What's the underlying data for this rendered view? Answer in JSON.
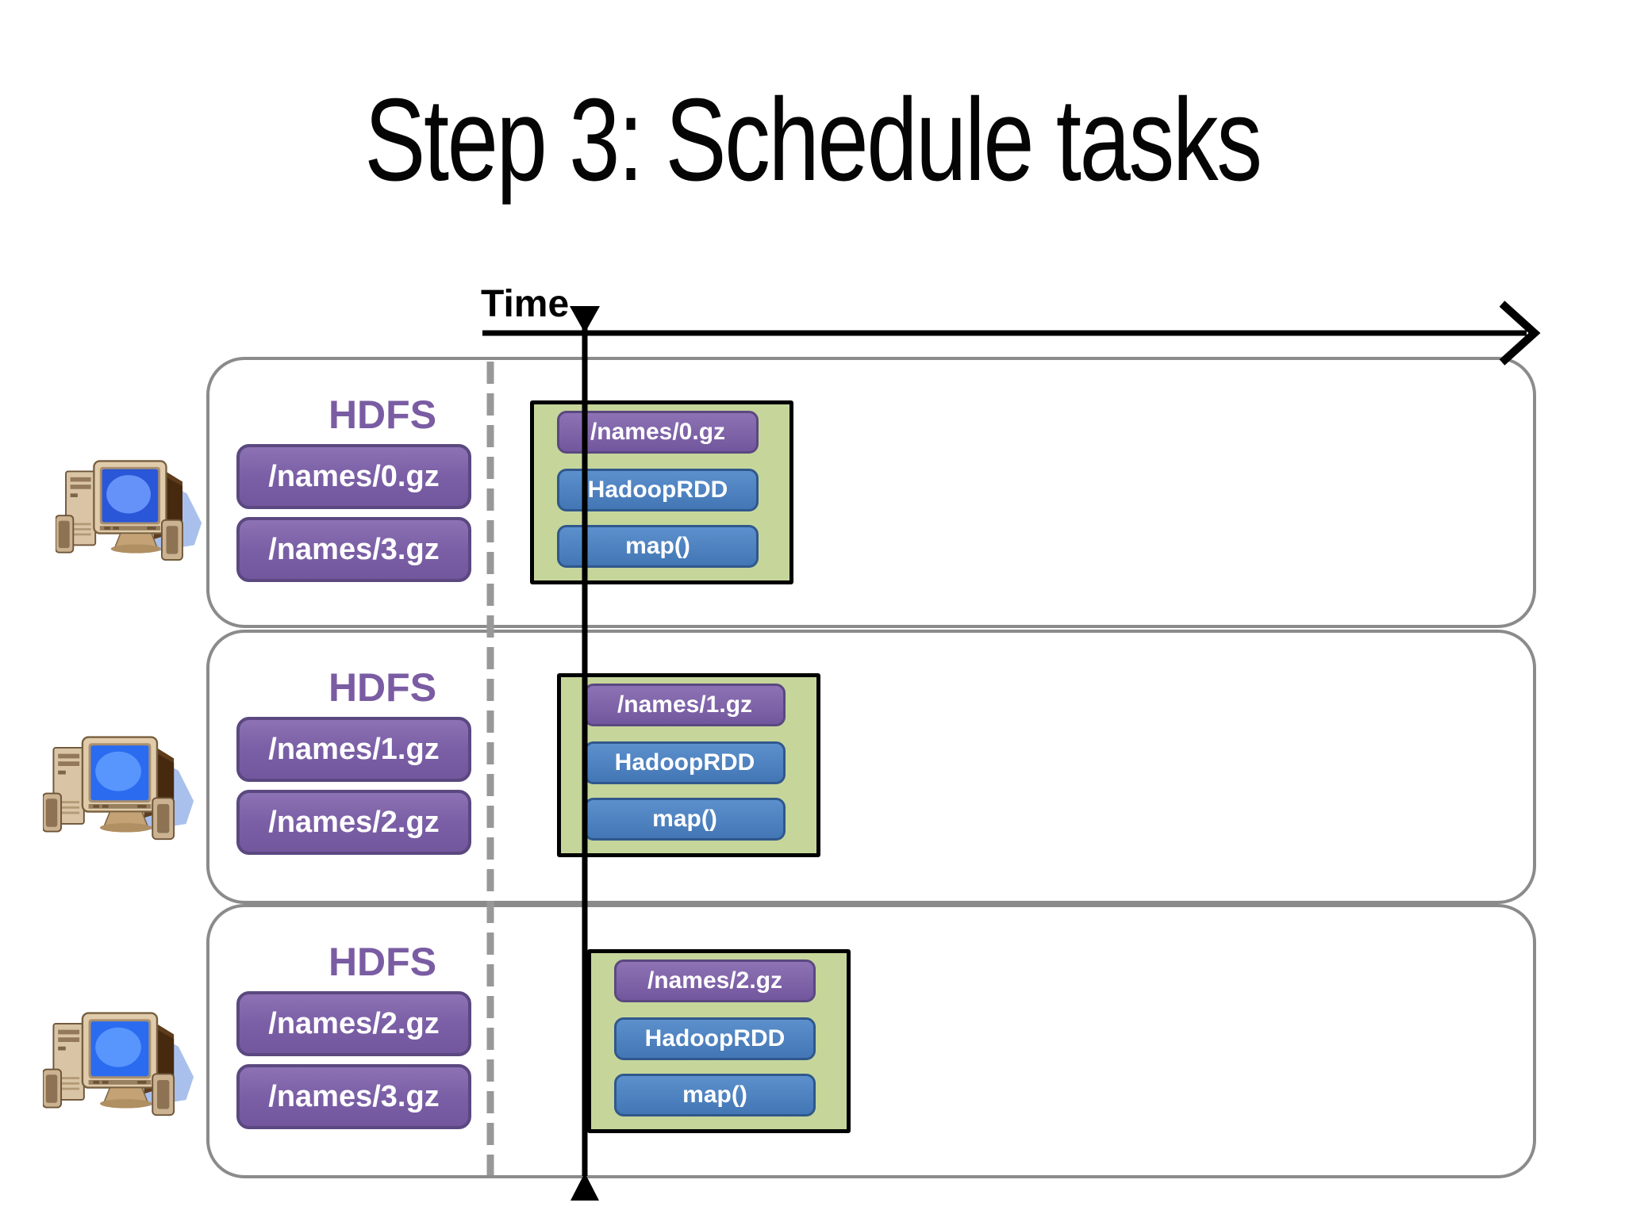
{
  "slide": {
    "title": "Step 3: Schedule tasks"
  },
  "timeline": {
    "axis_label": "Time"
  },
  "nodes": [
    {
      "storage_label": "HDFS",
      "blocks": [
        "/names/0.gz",
        "/names/3.gz"
      ],
      "task": {
        "partition": "/names/0.gz",
        "rdd": "HadoopRDD",
        "operation": "map()"
      }
    },
    {
      "storage_label": "HDFS",
      "blocks": [
        "/names/1.gz",
        "/names/2.gz"
      ],
      "task": {
        "partition": "/names/1.gz",
        "rdd": "HadoopRDD",
        "operation": "map()"
      }
    },
    {
      "storage_label": "HDFS",
      "blocks": [
        "/names/2.gz",
        "/names/3.gz"
      ],
      "task": {
        "partition": "/names/2.gz",
        "rdd": "HadoopRDD",
        "operation": "map()"
      }
    }
  ],
  "icons": {
    "worker_machine": "computer-icon"
  },
  "colors": {
    "accent_purple": "#7a5ca3",
    "block_purple": "#7b5fa6",
    "rdd_blue": "#4b7ec0",
    "task_green": "#c6d69b",
    "row_border_gray": "#8b8b8b",
    "dashed_line_gray": "#989898",
    "axis_black": "#000000"
  }
}
